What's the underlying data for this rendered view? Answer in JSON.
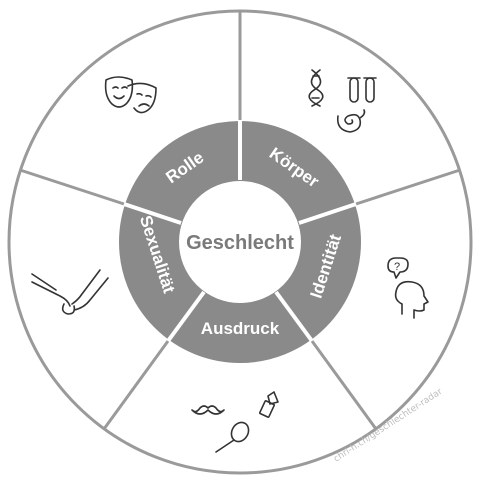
{
  "center": {
    "label": "Geschlecht"
  },
  "segments": [
    {
      "label": "Rolle",
      "icon": "theater-masks-icon"
    },
    {
      "label": "Körper",
      "icon": "dna-test-tubes-icon"
    },
    {
      "label": "Identität",
      "icon": "head-question-icon"
    },
    {
      "label": "Ausdruck",
      "icon": "mustache-lipstick-brush-icon"
    },
    {
      "label": "Sexualität",
      "icon": "holding-hands-icon"
    }
  ],
  "credit": "chri-h.ch/geschlechter-radar",
  "colors": {
    "ring_fill": "#8a8a8a",
    "outline": "#9a9a9a",
    "text_on_ring": "#ffffff",
    "center_text": "#7a7a7a",
    "icon_stroke": "#333333"
  }
}
